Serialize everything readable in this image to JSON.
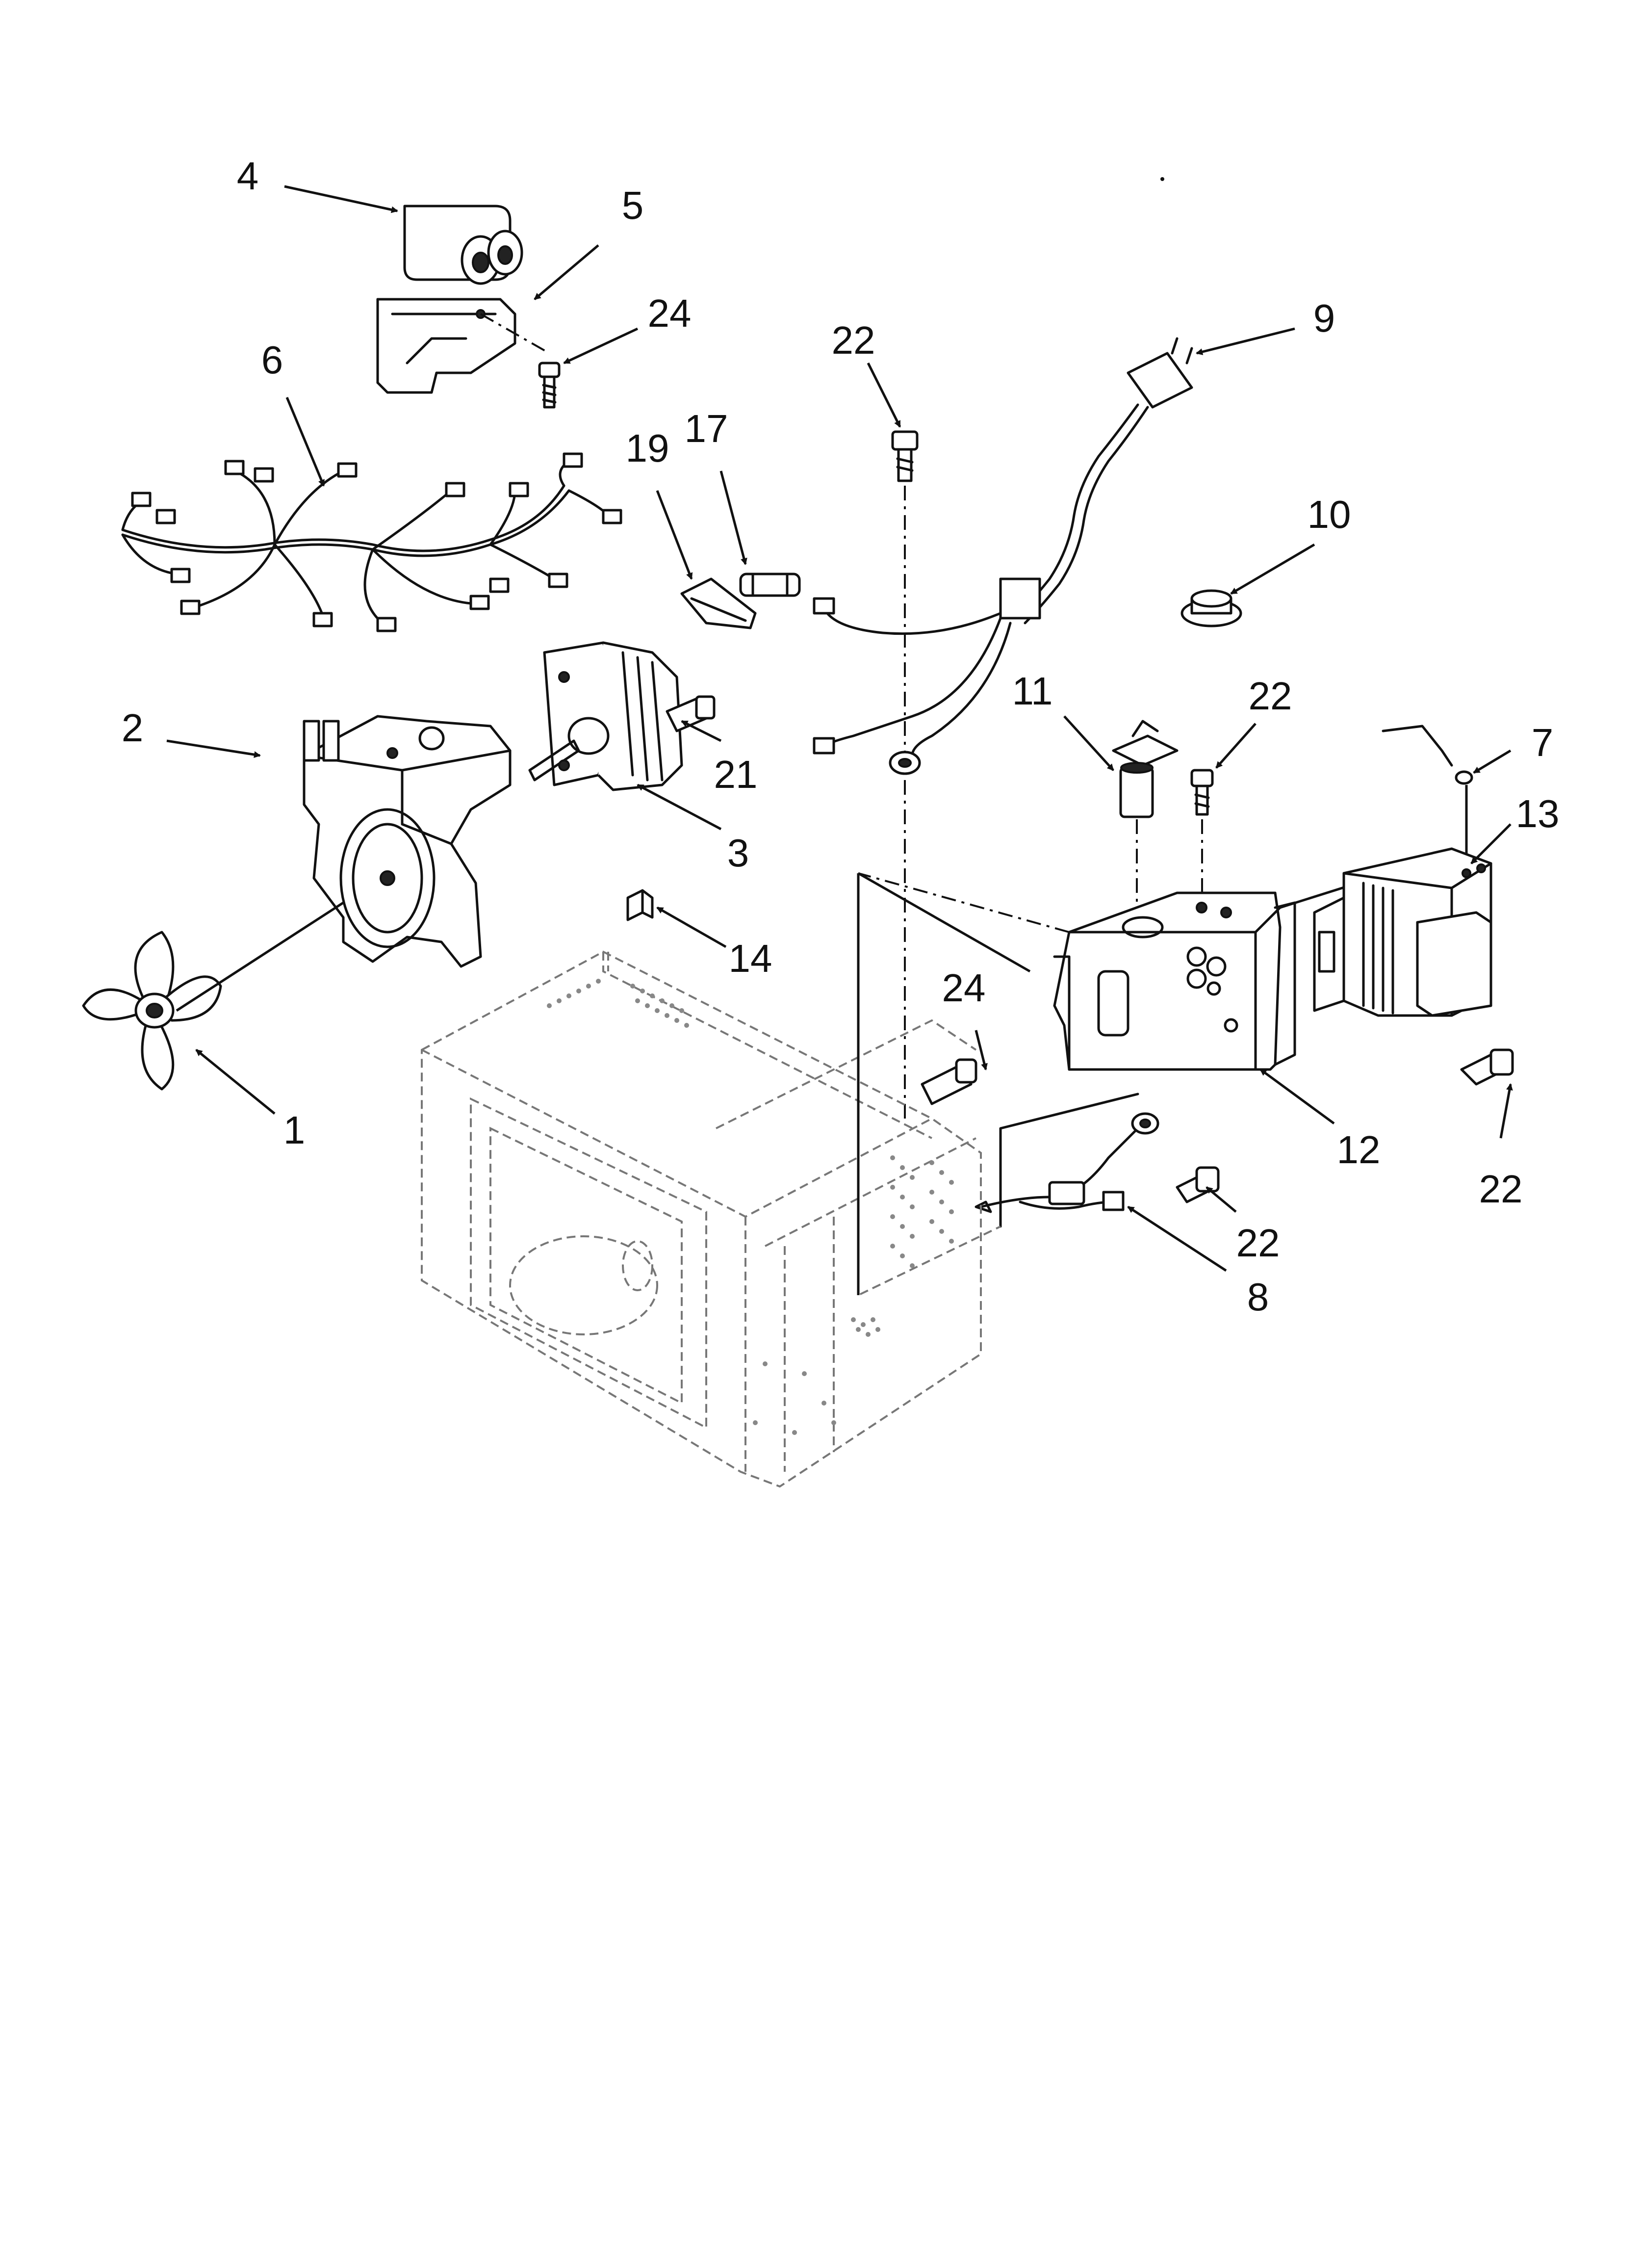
{
  "callouts": [
    {
      "id": "c4",
      "label": "4"
    },
    {
      "id": "c5",
      "label": "5"
    },
    {
      "id": "c24a",
      "label": "24"
    },
    {
      "id": "c6",
      "label": "6"
    },
    {
      "id": "c22a",
      "label": "22"
    },
    {
      "id": "c9",
      "label": "9"
    },
    {
      "id": "c19",
      "label": "19"
    },
    {
      "id": "c17",
      "label": "17"
    },
    {
      "id": "c10",
      "label": "10"
    },
    {
      "id": "c2",
      "label": "2"
    },
    {
      "id": "c21",
      "label": "21"
    },
    {
      "id": "c3",
      "label": "3"
    },
    {
      "id": "c11",
      "label": "11"
    },
    {
      "id": "c22b",
      "label": "22"
    },
    {
      "id": "c7",
      "label": "7"
    },
    {
      "id": "c13",
      "label": "13"
    },
    {
      "id": "c14",
      "label": "14"
    },
    {
      "id": "c24b",
      "label": "24"
    },
    {
      "id": "c1",
      "label": "1"
    },
    {
      "id": "c12",
      "label": "12"
    },
    {
      "id": "c22c",
      "label": "22"
    },
    {
      "id": "c22d",
      "label": "22"
    },
    {
      "id": "c8",
      "label": "8"
    }
  ],
  "colors": {
    "ink": "#111111",
    "ghost": "#777777",
    "background": "#ffffff"
  },
  "icons": {
    "capacitor": "capacitor-icon",
    "bracket": "bracket-icon",
    "screw": "screw-icon",
    "wire-harness": "wire-harness-icon",
    "power-cord": "power-cord-icon",
    "fuse": "fuse-icon",
    "thermostat": "thermostat-icon",
    "fan-blade": "fan-blade-icon",
    "fan-motor": "fan-motor-icon",
    "diode": "diode-icon",
    "transformer": "transformer-icon",
    "cabinet": "cabinet-outline-icon"
  }
}
